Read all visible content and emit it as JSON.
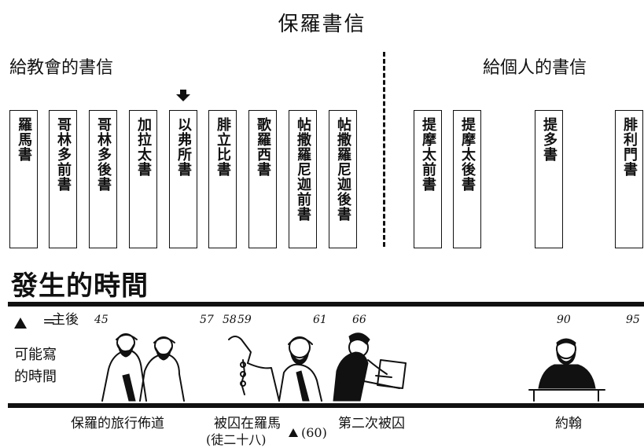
{
  "title": "保羅書信",
  "sections": {
    "churches": "給教會的書信",
    "individuals": "給個人的書信"
  },
  "church_letters": [
    "羅馬書",
    "哥林多前書",
    "哥林多後書",
    "加拉太書",
    "以弗所書",
    "腓立比書",
    "歌羅西書",
    "帖撒羅尼迦前書",
    "帖撒羅尼迦後書"
  ],
  "individual_letters": [
    "提摩太前書",
    "提摩太後書",
    "提多書",
    "腓利門書"
  ],
  "timeline": {
    "heading": "發生的時間",
    "lord_prefix": "主後",
    "side_label": [
      "可能寫",
      "的時間"
    ],
    "years": [
      "45",
      "57",
      "58",
      "59",
      "61",
      "66",
      "90",
      "95"
    ],
    "captions": {
      "journeys": "保羅的旅行佈道",
      "rome": "被囚在羅馬",
      "rome_note": "(徒二十八)",
      "year_60": "(60)",
      "second": "第二次被囚",
      "john": "約翰"
    }
  }
}
